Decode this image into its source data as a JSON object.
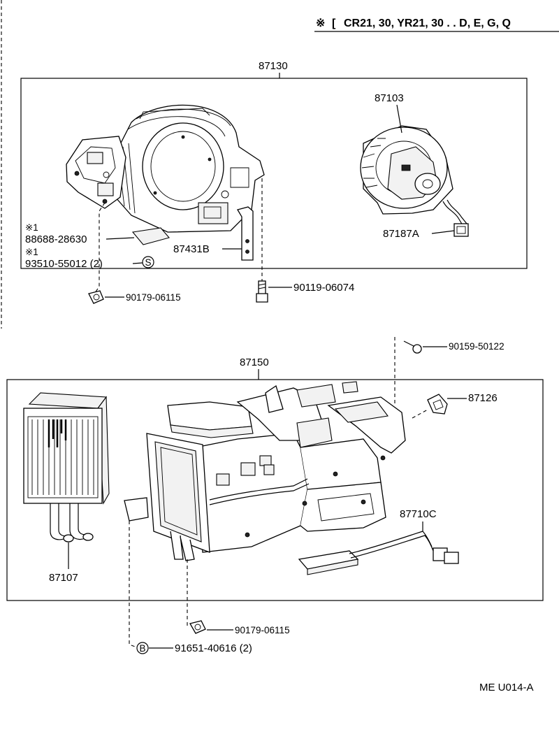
{
  "header": {
    "symbol": "※",
    "bracket": "[",
    "applicability": "CR21, 30, YR21, 30 . . D, E, G, Q"
  },
  "groups": {
    "blower_assembly": "87130",
    "heater_unit": "87150"
  },
  "parts": {
    "blower_motor": "87103",
    "connector_upper": "87187A",
    "bracket": "87431B",
    "seal_note": "※1",
    "seal": "88688-28630",
    "clip_note": "※1",
    "clip": "93510-55012 (2)",
    "clip_marker": "S",
    "nut_upper": "90179-06115",
    "bolt_upper": "90119-06074",
    "screw_right": "90159-50122",
    "clamp": "87126",
    "heater_core": "87107",
    "wire_harness": "87710C",
    "nut_lower": "90179-06115",
    "bolt_lower": "91651-40616 (2)",
    "bolt_lower_marker": "B"
  },
  "footer": {
    "code": "ME U014-A"
  }
}
